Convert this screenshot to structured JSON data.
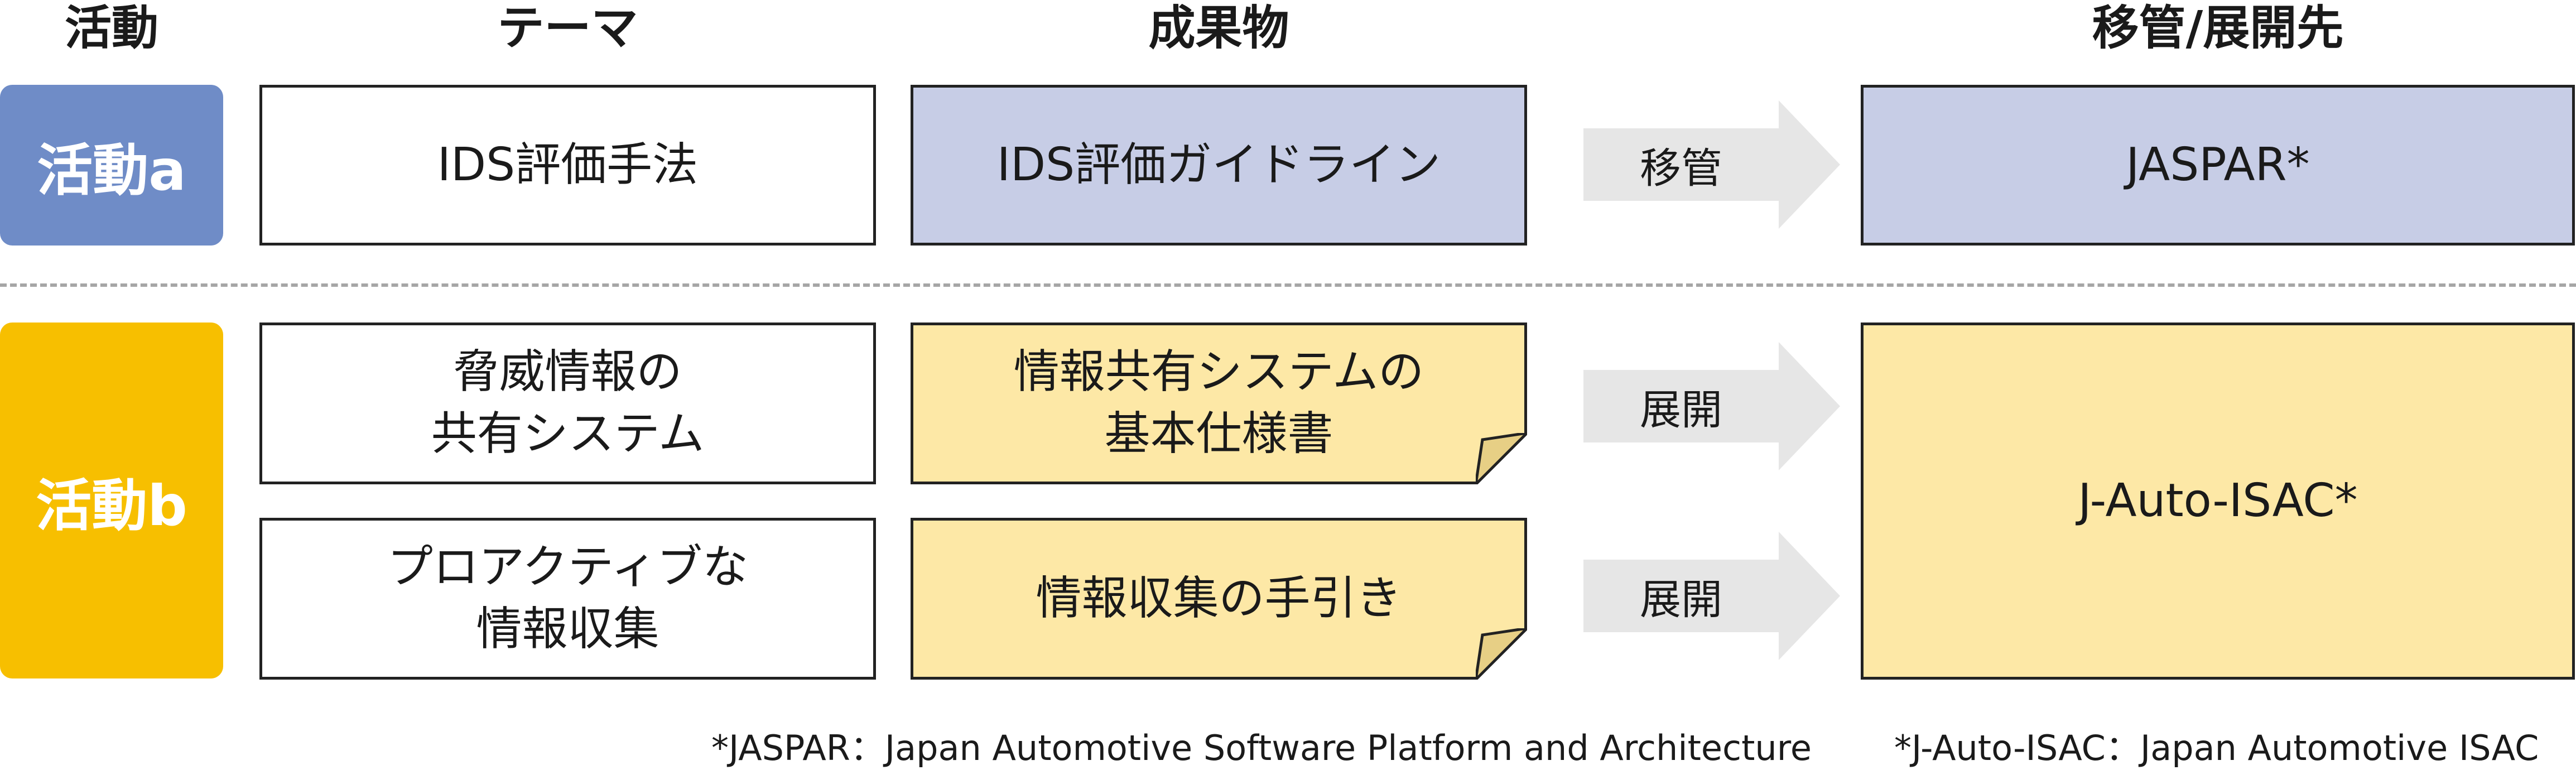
{
  "headers": {
    "activity": "活動",
    "theme": "テーマ",
    "deliverable": "成果物",
    "transfer": "移管/展開先"
  },
  "rows": {
    "a": {
      "activity_label": "活動a",
      "theme": "IDS評価手法",
      "deliverable": "IDS評価ガイドライン",
      "arrow_label": "移管",
      "destination": "JASPAR*"
    },
    "b": {
      "activity_label": "活動b",
      "theme1_line1": "脅威情報の",
      "theme1_line2": "共有システム",
      "deliverable1_line1": "情報共有システムの",
      "deliverable1_line2": "基本仕様書",
      "arrow1_label": "展開",
      "theme2_line1": "プロアクティブな",
      "theme2_line2": "情報収集",
      "deliverable2": "情報収集の手引き",
      "arrow2_label": "展開",
      "destination": "J-Auto-ISAC*"
    }
  },
  "footnotes": {
    "jaspar": "*JASPAR：Japan Automotive Software Platform and Architecture",
    "isac": "*J-Auto-ISAC：Japan Automotive ISAC"
  },
  "colors": {
    "activity_a": "#6f8cc7",
    "activity_b": "#f7bf00",
    "blue_fill": "#c7cde6",
    "yellow_fill": "#fde8a6",
    "arrow_fill": "#e6e6e6"
  }
}
